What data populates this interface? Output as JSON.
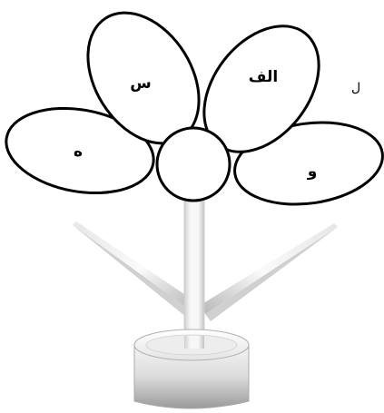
{
  "flower": {
    "petals": [
      {
        "id": "top-left",
        "label": "س"
      },
      {
        "id": "top-right",
        "label": "الف"
      },
      {
        "id": "left",
        "label": "ه"
      },
      {
        "id": "right",
        "label": "و"
      }
    ],
    "edge_text": "ل"
  },
  "colors": {
    "outline": "#000000",
    "petal_fill": "#ffffff",
    "stem_light": "#f4f4f4",
    "stem_dark": "#c8c8c8",
    "leaf_light": "#f8f8f8",
    "leaf_dark": "#bdbdbd",
    "pot_light": "#f2f2f2",
    "pot_dark": "#9d9d9d"
  }
}
